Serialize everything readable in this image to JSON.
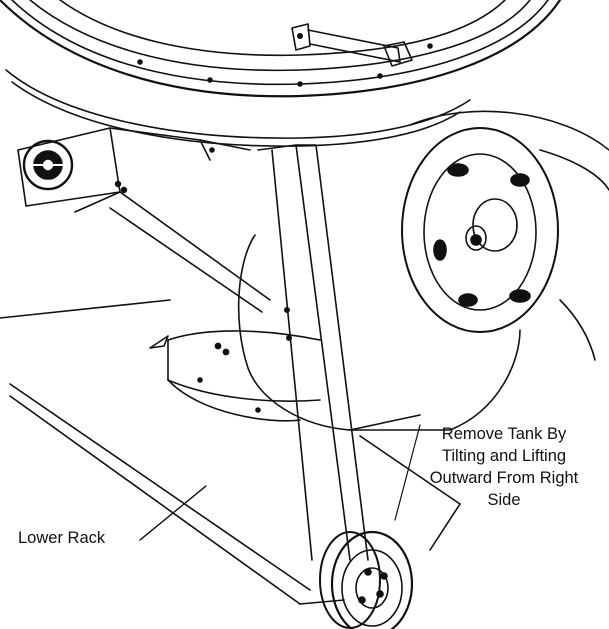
{
  "figure": {
    "subject": "grill-lower-section-with-propane-tank",
    "line_color": "#111111",
    "background": "#ffffff",
    "callouts": {
      "tank_removal": {
        "lines": [
          "Remove Tank By",
          "Tilting and Lifting",
          "Outward From Right",
          "Side"
        ]
      },
      "lower_rack": {
        "label": "Lower Rack"
      }
    }
  }
}
